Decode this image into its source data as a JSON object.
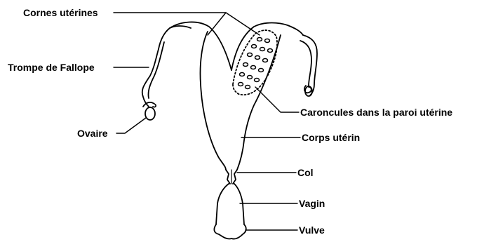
{
  "labels": {
    "cornes": "Cornes utérines",
    "trompe": "Trompe de Fallope",
    "ovaire": "Ovaire",
    "caroncules": "Caroncules dans la paroi utérine",
    "corps": "Corps utérin",
    "col": "Col",
    "vagin": "Vagin",
    "vulve": "Vulve"
  },
  "colors": {
    "ink": "#000000",
    "background": "#ffffff"
  }
}
